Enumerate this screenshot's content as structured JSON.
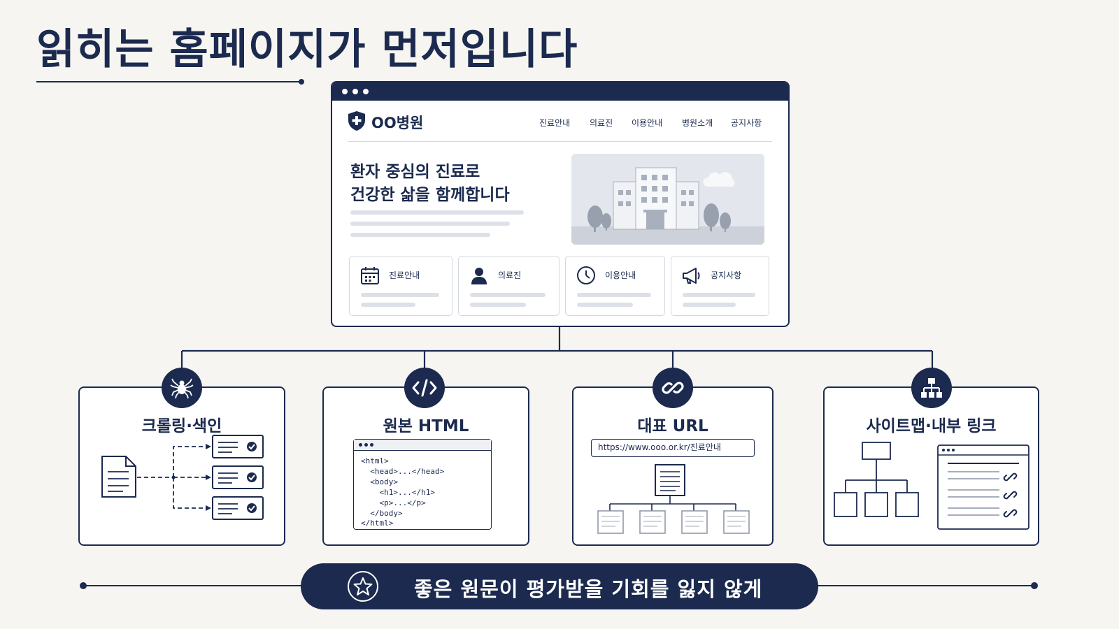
{
  "title": "읽히는 홈페이지가 먼저입니다",
  "browser": {
    "site_name": "OO병원",
    "nav": [
      "진료안내",
      "의료진",
      "이용안내",
      "병원소개",
      "공지사항"
    ],
    "hero_line1": "환자 중심의 진료로",
    "hero_line2": "건강한 삶을 함께합니다",
    "quick_links": [
      {
        "label": "진료안내",
        "icon": "calendar-icon"
      },
      {
        "label": "의료진",
        "icon": "doctor-person-icon"
      },
      {
        "label": "이용안내",
        "icon": "clock-icon"
      },
      {
        "label": "공지사항",
        "icon": "megaphone-icon"
      }
    ]
  },
  "features": [
    {
      "title": "크롤링·색인",
      "icon": "spider-icon"
    },
    {
      "title": "원본 HTML",
      "icon": "code-icon"
    },
    {
      "title": "대표 URL",
      "icon": "link-icon"
    },
    {
      "title": "사이트맵·내부 링크",
      "icon": "sitemap-icon"
    }
  ],
  "code_lines": [
    "<html>",
    "  <head>...</head>",
    "  <body>",
    "    <h1>...</h1>",
    "    <p>...</p>",
    "  </body>",
    "</html>"
  ],
  "url_example": "https://www.ooo.or.kr/진료안내",
  "bottom_message": "좋은 원문이 평가받을 기회를 잃지 않게",
  "colors": {
    "navy": "#1b2a4e",
    "background": "#f6f5f1",
    "placeholder": "#dde1e7"
  }
}
